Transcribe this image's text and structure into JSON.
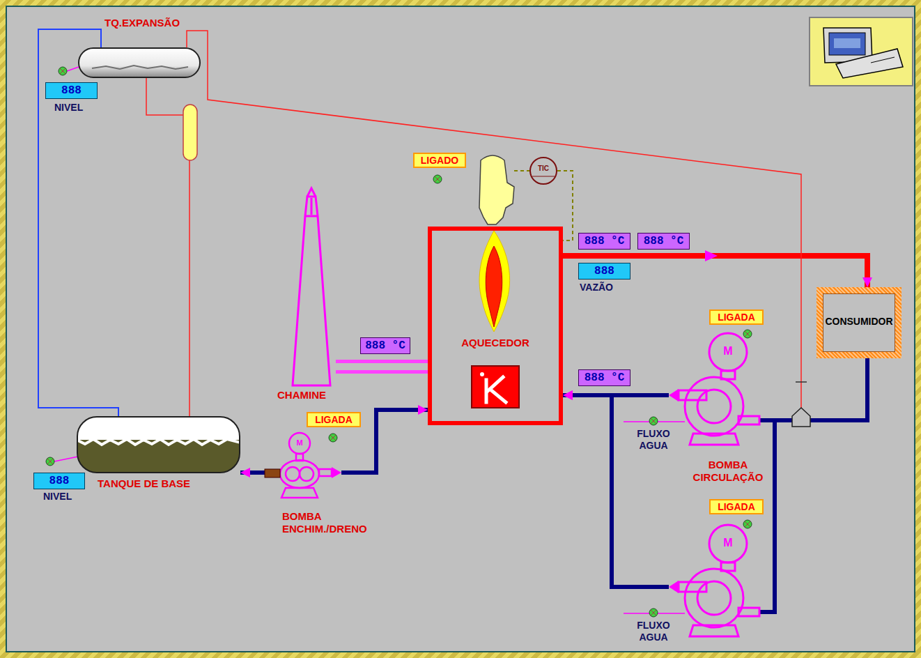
{
  "diagram": {
    "nodes": [
      {
        "text": [
          "TQ.EXPANSÃO"
        ]
      },
      {
        "text": [
          "TANQUE DE BASE"
        ]
      },
      {
        "text": [
          "BOMBA ENCHIM./DRENO"
        ]
      },
      {
        "text": [
          "AQUECEDOR"
        ]
      },
      {
        "text": [
          "CHAMINE"
        ]
      },
      {
        "text": [
          "CONSUMIDOR"
        ]
      },
      {
        "text": [
          "BOMBA CIRCULAÇÃO"
        ]
      },
      {
        "text": [
          "LIGADA"
        ]
      },
      {
        "text": [
          "TIC"
        ]
      }
    ],
    "edges": [
      {
        "from": 3,
        "to": 5,
        "arrow": "to"
      },
      {
        "from": 5,
        "to": 6,
        "arrow": "none"
      },
      {
        "from": 5,
        "to": 7,
        "arrow": "none"
      },
      {
        "from": 6,
        "to": 3,
        "arrow": "to"
      },
      {
        "from": 7,
        "to": 3,
        "arrow": "to"
      },
      {
        "from": 2,
        "to": 1,
        "arrow": "to"
      },
      {
        "from": 2,
        "to": 3,
        "arrow": "to"
      },
      {
        "from": 3,
        "to": 4,
        "arrow": "none"
      },
      {
        "from": 0,
        "to": 1,
        "arrow": "none"
      },
      {
        "from": 0,
        "to": 1,
        "arrow": "none"
      },
      {
        "from": 8,
        "to": 3,
        "arrow": "none"
      }
    ],
    "labels": [
      "888",
      "NIVEL",
      "888",
      "NIVEL",
      "LIGADA",
      "LIGADO",
      "888 °C",
      "888 °C",
      "888",
      "VAZÃO",
      "888 °C",
      "888 °C",
      "LIGADA",
      "FLUXO AGUA",
      "FLUXO AGUA",
      "M",
      "M",
      "M"
    ]
  }
}
